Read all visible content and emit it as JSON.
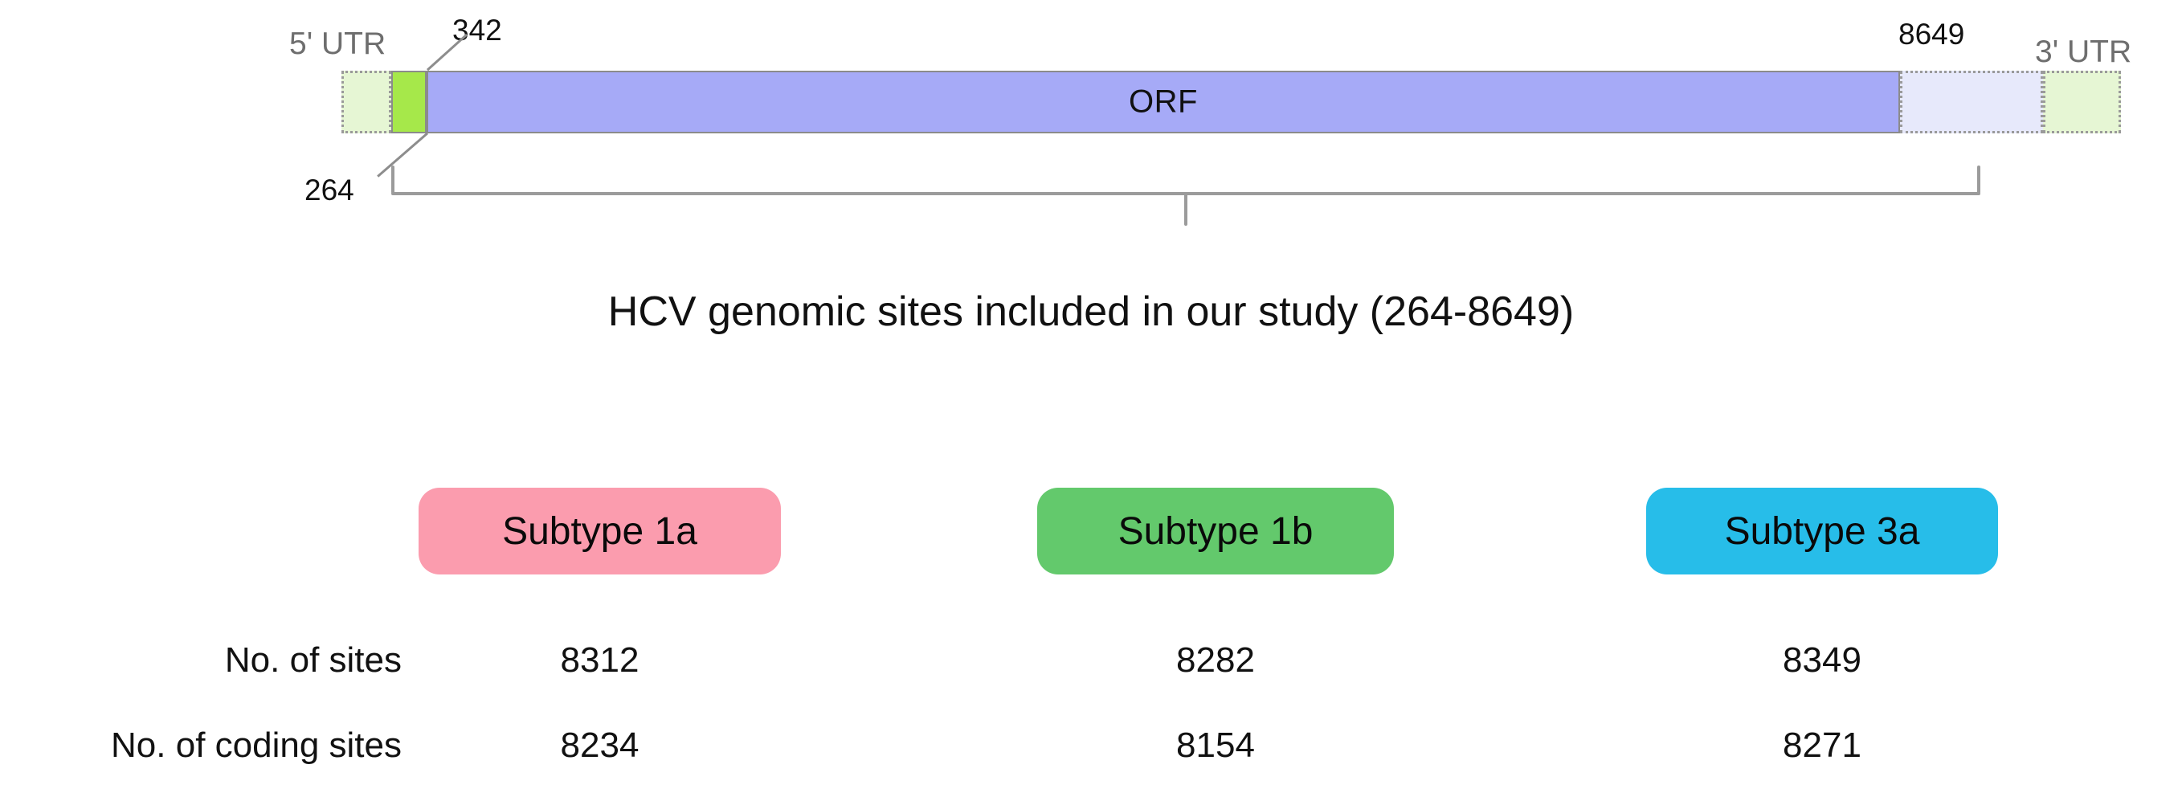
{
  "genome_diagram": {
    "segments": [
      {
        "key": "utr5_box",
        "name": "5' UTR region box",
        "fill": "#e6f6d4",
        "style": "dashed"
      },
      {
        "key": "start",
        "name": "coding start segment",
        "fill": "#a6e84a",
        "style": "solid"
      },
      {
        "key": "orf",
        "name": "open reading frame",
        "fill": "#a6aaf7",
        "style": "solid",
        "label": "ORF"
      },
      {
        "key": "orf_tail",
        "name": "ORF tail beyond 8649",
        "fill": "#e7e9fb",
        "style": "dashed"
      },
      {
        "key": "utr3_box",
        "name": "3' UTR region box",
        "fill": "#e6f6d4",
        "style": "dashed"
      }
    ],
    "orf_label": "ORF",
    "labels": {
      "utr5": "5' UTR",
      "utr3": "3' UTR",
      "pos_342": "342",
      "pos_264": "264",
      "pos_8649": "8649"
    },
    "caption": "HCV genomic sites included in our study (264-8649)",
    "range": {
      "start": 264,
      "end": 8649
    }
  },
  "subtypes": [
    {
      "label": "Subtype 1a",
      "color": "#fb9cae"
    },
    {
      "label": "Subtype 1b",
      "color": "#63c96c"
    },
    {
      "label": "Subtype 3a",
      "color": "#27bde9"
    }
  ],
  "table": {
    "rows": [
      {
        "label": "No. of sites",
        "values": [
          "8312",
          "8282",
          "8349"
        ]
      },
      {
        "label": "No. of coding sites",
        "values": [
          "8234",
          "8154",
          "8271"
        ]
      }
    ]
  },
  "chart_data": {
    "type": "table",
    "title": "HCV genomic sites included in our study (264-8649)",
    "categories": [
      "Subtype 1a",
      "Subtype 1b",
      "Subtype 3a"
    ],
    "series": [
      {
        "name": "No. of sites",
        "values": [
          8312,
          8282,
          8349
        ]
      },
      {
        "name": "No. of coding sites",
        "values": [
          8234,
          8154,
          8271
        ]
      }
    ],
    "annotations": [
      "5' UTR",
      "342",
      "264",
      "8649",
      "3' UTR",
      "ORF"
    ],
    "xlabel": "",
    "ylabel": "",
    "legend": "none",
    "grid": false
  }
}
